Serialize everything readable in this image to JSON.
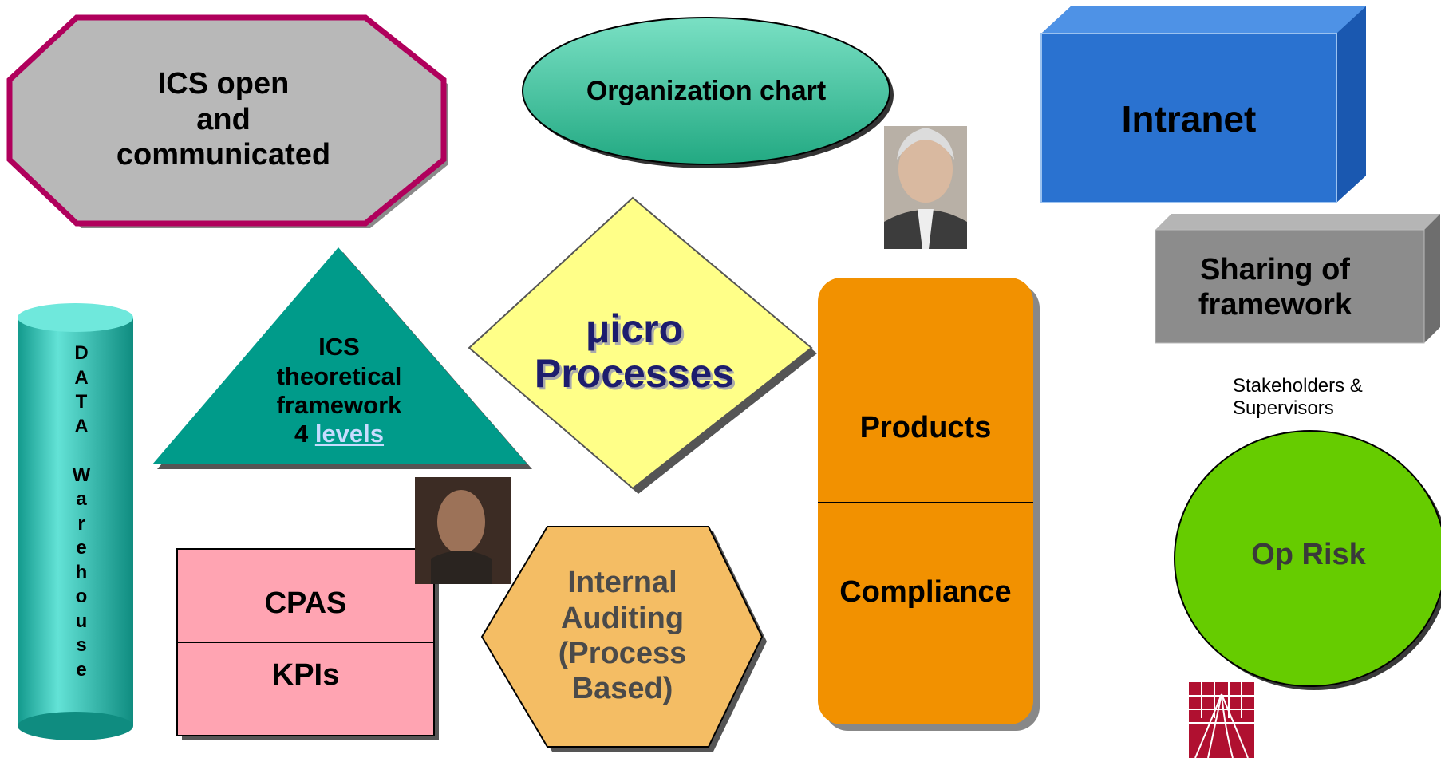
{
  "nodes": {
    "ics_open": [
      "ICS open",
      "and",
      "communicated"
    ],
    "org_chart": "Organization chart",
    "intranet": "Intranet",
    "sharing": [
      "Sharing of",
      "framework"
    ],
    "stakeholders": [
      "Stakeholders &",
      "Supervisors"
    ],
    "op_risk": "Op Risk",
    "micro": [
      "μicro",
      "Processes"
    ],
    "ics_theoretical": [
      "ICS",
      "theoretical",
      "framework"
    ],
    "levels_prefix": "4 ",
    "levels_link": "levels",
    "data_warehouse": [
      "D",
      "A",
      "T",
      "A",
      "",
      "W",
      "a",
      "r",
      "e",
      "h",
      "o",
      "u",
      "s",
      "e"
    ],
    "products": "Products",
    "compliance": "Compliance",
    "cpas": "CPAS",
    "kpis": "KPIs",
    "internal_auditing": [
      "Internal",
      "Auditing",
      "(Process",
      "Based)"
    ]
  },
  "colors": {
    "octagon": "#b8b8b8",
    "octagon_border": "#b0005c",
    "ellipse": "#2fb890",
    "intranet": "#2a72d0",
    "sharing": "#8c8c8c",
    "op_risk": "#66cc00",
    "diamond": "#ffff88",
    "triangle": "#009b8a",
    "cylinder": "#1fb8a8",
    "products": "#f29100",
    "pink": "#ffa4b2",
    "hexagon": "#f4bd64"
  }
}
